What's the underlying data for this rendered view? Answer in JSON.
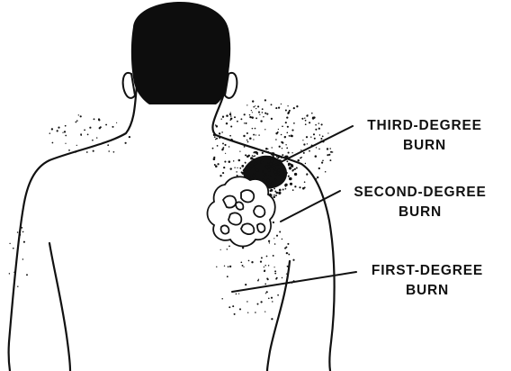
{
  "diagram": {
    "labels": {
      "third_degree": {
        "line1": "THIRD-DEGREE",
        "line2": "BURN"
      },
      "second_degree": {
        "line1": "SECOND-DEGREE",
        "line2": "BURN"
      },
      "first_degree": {
        "line1": "FIRST-DEGREE",
        "line2": "BURN"
      }
    },
    "colors": {
      "ink": "#111111",
      "background": "#ffffff"
    }
  }
}
